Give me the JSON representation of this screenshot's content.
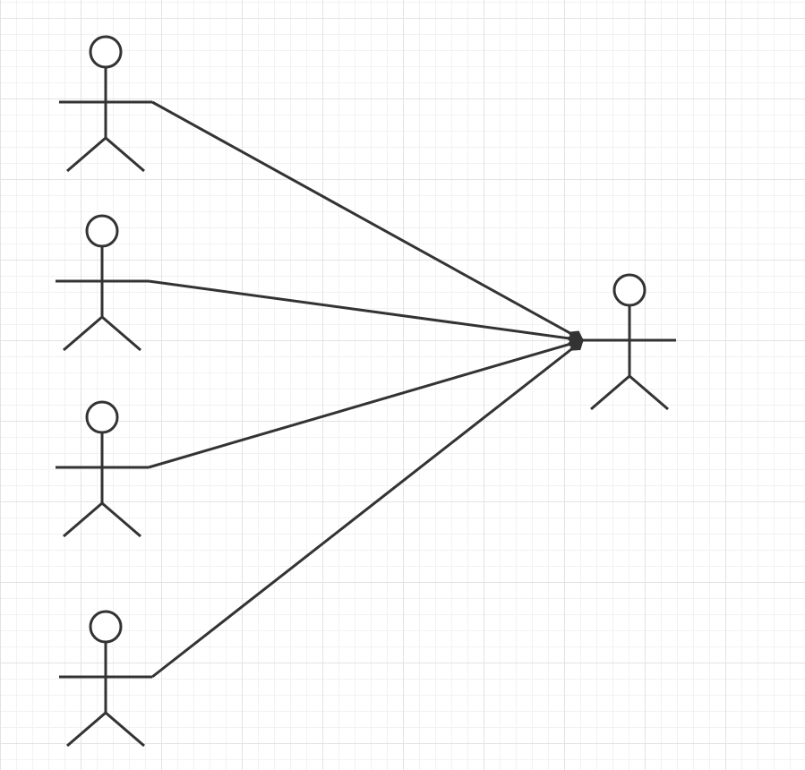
{
  "diagram": {
    "type": "uml-use-case",
    "colors": {
      "line": "#333333",
      "grid_major": "#e3e3e3",
      "grid_minor": "#f2f2f2",
      "background": "#ffffff"
    },
    "actors": [
      {
        "id": "actor-1",
        "role": "source",
        "label": ""
      },
      {
        "id": "actor-2",
        "role": "source",
        "label": ""
      },
      {
        "id": "actor-3",
        "role": "source",
        "label": ""
      },
      {
        "id": "actor-4",
        "role": "source",
        "label": ""
      },
      {
        "id": "actor-5",
        "role": "target",
        "label": ""
      }
    ],
    "connectors": [
      {
        "from": "actor-1",
        "to": "actor-5",
        "arrowhead": "filled-diamond"
      },
      {
        "from": "actor-2",
        "to": "actor-5",
        "arrowhead": "filled-diamond"
      },
      {
        "from": "actor-3",
        "to": "actor-5",
        "arrowhead": "filled-diamond"
      },
      {
        "from": "actor-4",
        "to": "actor-5",
        "arrowhead": "filled-diamond"
      }
    ]
  }
}
